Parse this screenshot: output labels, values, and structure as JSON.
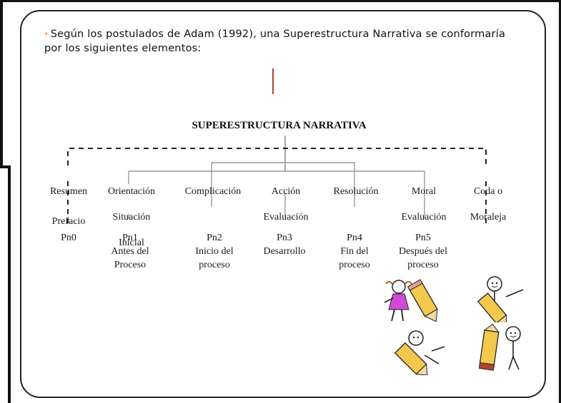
{
  "intro_text": "Según los postulados de Adam (1992), una Superestructura Narrativa se conformaría por los siguientes elementos:",
  "bullet": "·",
  "diagram": {
    "title": "SUPERESTRUCTURA NARRATIVA",
    "components": [
      {
        "id": "resumen",
        "line1": "Resumen",
        "line2": "Prefacio"
      },
      {
        "id": "orientacion",
        "line1": "Orientación",
        "line2": "Situación",
        "line3": "Inicial"
      },
      {
        "id": "complicacion",
        "line1": "Complicación"
      },
      {
        "id": "accion",
        "line1": "Acción",
        "line2": "Evaluación"
      },
      {
        "id": "resolucion",
        "line1": "Resolución"
      },
      {
        "id": "moral",
        "line1": "Moral",
        "line2": "Evaluación"
      },
      {
        "id": "coda",
        "line1": "Coda o",
        "line2": "Moraleja"
      }
    ],
    "phases": [
      {
        "code": "Pn0",
        "desc1": "",
        "desc2": ""
      },
      {
        "code": "Pn1",
        "desc1": "Antes del",
        "desc2": "Proceso"
      },
      {
        "code": "Pn2",
        "desc1": "Inicio del",
        "desc2": "proceso"
      },
      {
        "code": "Pn3",
        "desc1": "Desarrollo",
        "desc2": ""
      },
      {
        "code": "Pn4",
        "desc1": "Fin del",
        "desc2": "proceso"
      },
      {
        "code": "Pn5",
        "desc1": "Después del",
        "desc2": "proceso"
      }
    ]
  },
  "colors": {
    "text": "#1a1a1a",
    "bullet": "#e07a2a",
    "red_mark": "#b0452e",
    "pencil_yellow": "#f2c94c",
    "skirt_pink": "#d04ad8"
  },
  "icons": [
    "child-with-pencil-icon",
    "stickman-with-pencil-icon",
    "stickman-with-pencil-icon",
    "stickman-with-pencil-icon"
  ]
}
